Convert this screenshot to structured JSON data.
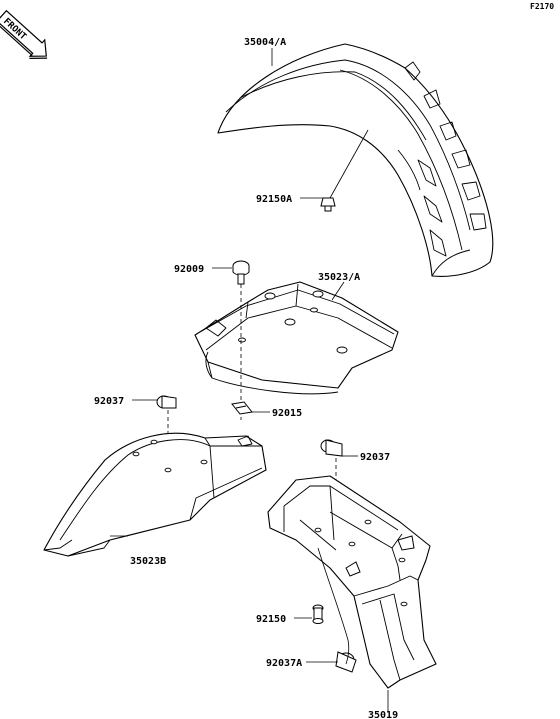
{
  "figure_code": "F2170",
  "front_badge": {
    "text": "FRONT",
    "icon": "front-arrow-icon"
  },
  "part_labels": [
    {
      "id": "35004-A",
      "text": "35004/A"
    },
    {
      "id": "92150A",
      "text": "92150A"
    },
    {
      "id": "92009",
      "text": "92009"
    },
    {
      "id": "35023-A",
      "text": "35023/A"
    },
    {
      "id": "92037-left",
      "text": "92037"
    },
    {
      "id": "92015",
      "text": "92015"
    },
    {
      "id": "92037-right",
      "text": "92037"
    },
    {
      "id": "35023B",
      "text": "35023B"
    },
    {
      "id": "92150",
      "text": "92150"
    },
    {
      "id": "92037A",
      "text": "92037A"
    },
    {
      "id": "35019",
      "text": "35019"
    }
  ]
}
